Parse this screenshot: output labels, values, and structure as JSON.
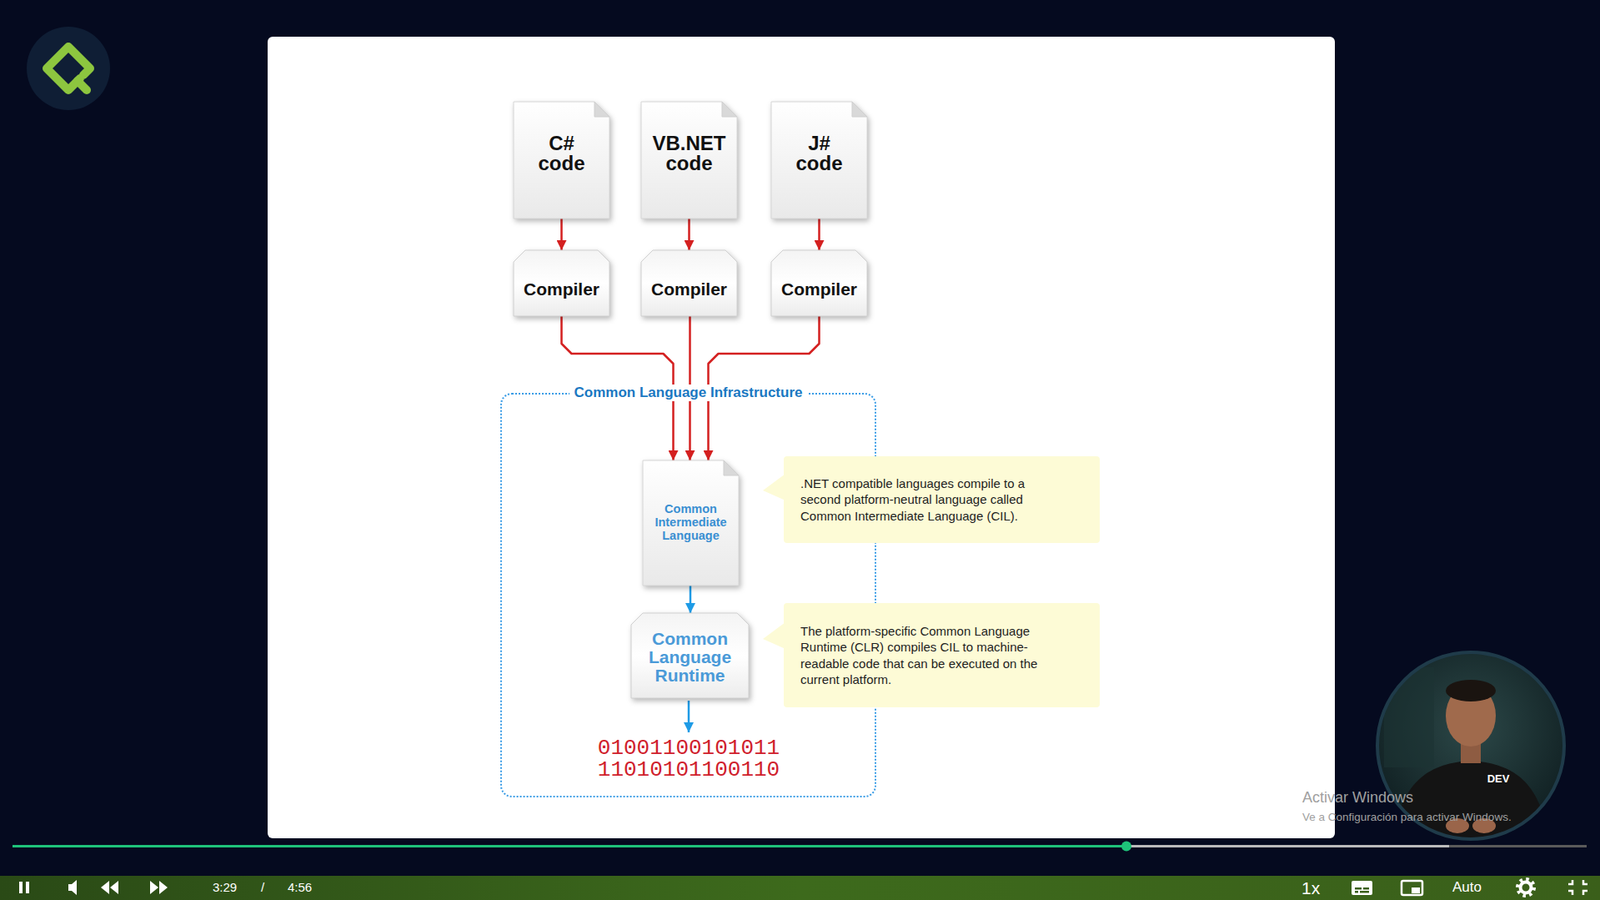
{
  "diagram": {
    "nodes": [
      {
        "text": [
          "C# code"
        ]
      },
      {
        "text": [
          "VB.NET code"
        ]
      },
      {
        "text": [
          "J# code"
        ]
      },
      {
        "text": [
          "Compiler"
        ]
      },
      {
        "text": [
          "Compiler"
        ]
      },
      {
        "text": [
          "Compiler"
        ]
      },
      {
        "text": [
          "Common Language Infrastructure"
        ]
      },
      {
        "text": [
          "Common Intermediate Language"
        ],
        "in": 6
      },
      {
        "text": [
          ".NET compatible languages compile to a second platform-neutral language called Common Intermediate Language (CIL)."
        ]
      },
      {
        "text": [
          "Common Language Runtime"
        ],
        "in": 6
      },
      {
        "text": [
          "The platform-specific Common Language Runtime (CLR) compiles CIL to machine-readable code that can be executed on the current platform."
        ]
      }
    ],
    "edges": [
      {
        "from": 0,
        "to": 3,
        "arrow": "to"
      },
      {
        "from": 1,
        "to": 4,
        "arrow": "to"
      },
      {
        "from": 2,
        "to": 5,
        "arrow": "to"
      },
      {
        "from": 3,
        "to": 7,
        "arrow": "to"
      },
      {
        "from": 4,
        "to": 7,
        "arrow": "to"
      },
      {
        "from": 5,
        "to": 7,
        "arrow": "to"
      },
      {
        "from": 7,
        "to": 9,
        "arrow": "to"
      }
    ],
    "labels": [
      "01001100101011 11010101100110",
      "Activar Windows",
      "Ve a Configuración para activar Windows.",
      "DEV",
      "3:29",
      "/",
      "4:56",
      "1x",
      "Auto"
    ]
  }
}
